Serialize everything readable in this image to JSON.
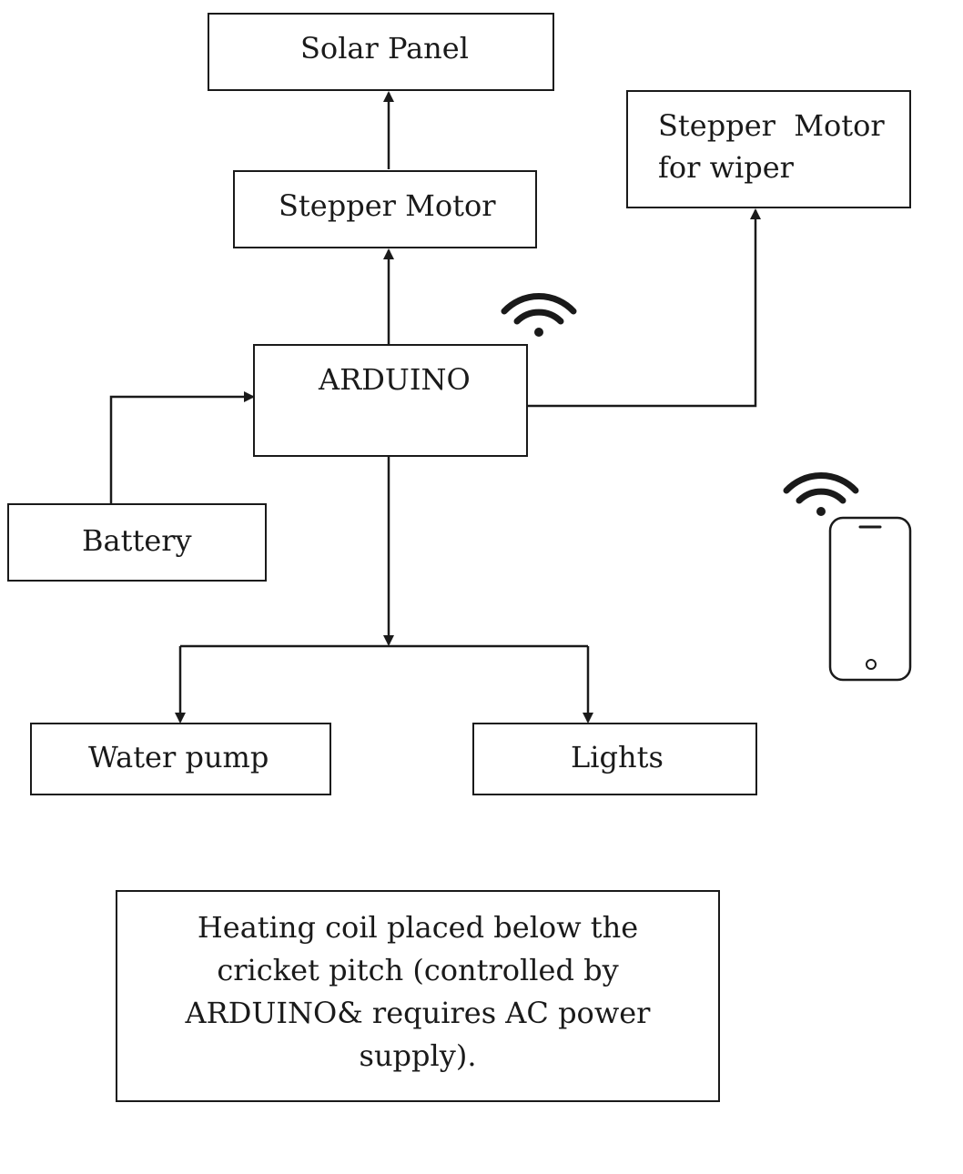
{
  "diagram": {
    "solar_panel": "Solar Panel",
    "stepper_motor": "Stepper Motor",
    "wiper_motor": {
      "line1": "Stepper  Motor",
      "line2": "for wiper"
    },
    "arduino": "ARDUINO",
    "battery": "Battery",
    "water_pump": "Water pump",
    "lights": "Lights",
    "heating_note": {
      "line1": "Heating coil placed below the",
      "line2": "cricket pitch (controlled by",
      "line3": "ARDUINO& requires AC power",
      "line4": "supply)."
    }
  },
  "icons": {
    "wifi_arduino": "wifi-icon",
    "wifi_phone": "wifi-icon",
    "phone": "smartphone-icon"
  }
}
